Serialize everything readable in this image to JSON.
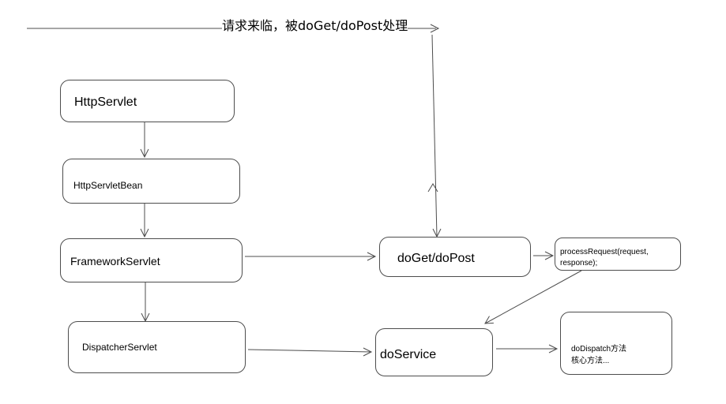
{
  "title": "请求来临，被doGet/doPost处理",
  "nodes": {
    "http_servlet": "HttpServlet",
    "http_servlet_bean": "HttpServletBean",
    "framework_servlet": "FrameworkServlet",
    "dispatcher_servlet": "DispatcherServlet",
    "do_get_do_post": "doGet/doPost",
    "process_request": "processRequest(request, response);",
    "do_service": "doService",
    "do_dispatch_line1": "doDispatch方法",
    "do_dispatch_line2": "核心方法..."
  },
  "colors": {
    "stroke": "#4d4d4d",
    "text": "#000000",
    "background": "#ffffff"
  }
}
